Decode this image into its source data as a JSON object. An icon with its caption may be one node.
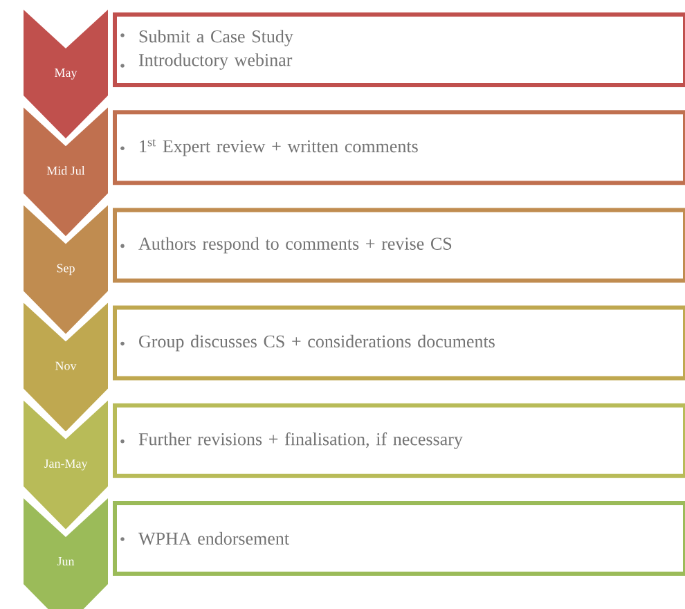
{
  "diagram": {
    "nodes": [
      {
        "text": [
          "May"
        ]
      },
      {
        "text": [
          "Submit a Case Study",
          "Introductory webinar"
        ]
      },
      {
        "text": [
          "Mid Jul"
        ]
      },
      {
        "text": [
          "1$^{st}$ Expert review + written comments"
        ]
      },
      {
        "text": [
          "Sep"
        ]
      },
      {
        "text": [
          "Authors respond to comments + revise CS"
        ]
      },
      {
        "text": [
          "Nov"
        ]
      },
      {
        "text": [
          "Group discusses CS + considerations documents"
        ]
      },
      {
        "text": [
          "Jan-May"
        ]
      },
      {
        "text": [
          "Further revisions + finalisation, if necessary"
        ]
      },
      {
        "text": [
          "Jun"
        ]
      },
      {
        "text": [
          "WPHA endorsement"
        ]
      }
    ]
  }
}
